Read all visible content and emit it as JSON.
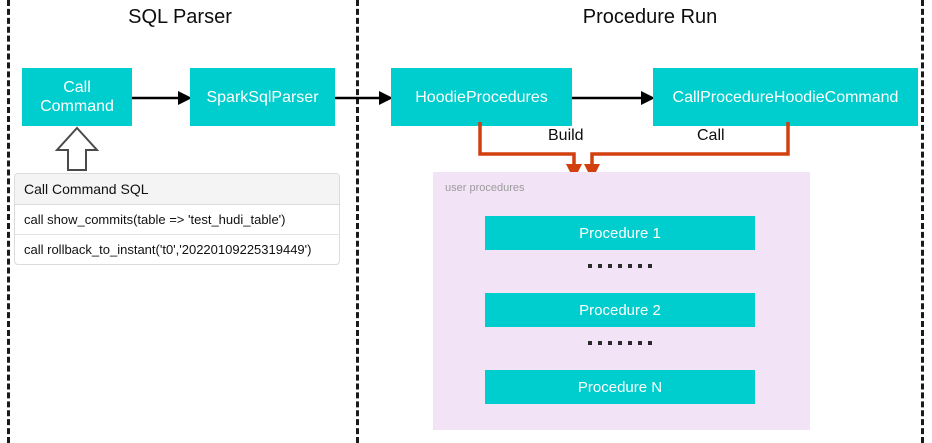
{
  "diagram": {
    "sections": [
      {
        "id": "sql-parser",
        "title": "SQL Parser"
      },
      {
        "id": "procedure-run",
        "title": "Procedure Run"
      }
    ],
    "nodes": {
      "call_command": "Call\nCommand",
      "call_command_line1": "Call",
      "call_command_line2": "Command",
      "spark_sql_parser": "SparkSqlParser",
      "hoodie_procedures": "HoodieProcedures",
      "call_procedure_hoodie_command": "CallProcedureHoodieCommand"
    },
    "edge_labels": {
      "build": "Build",
      "call": "Call"
    },
    "sql_table": {
      "header": "Call Command SQL",
      "rows": [
        "call show_commits(table => 'test_hudi_table')",
        "call rollback_to_instant('t0','20220109225319449')"
      ]
    },
    "procedures_panel": {
      "label": "user procedures",
      "items": [
        "Procedure 1",
        "Procedure 2",
        "Procedure N"
      ],
      "ellipsis_dot_count": 7
    },
    "colors": {
      "node_fill": "#00CDCD",
      "node_text": "#FFFFFF",
      "panel_fill": "#F3E3F7",
      "panel_label_text": "#9B9B9B",
      "connector_orange": "#D2400F",
      "arrow_black": "#000000",
      "divider_black": "#1A1A1A",
      "table_header_fill": "#F4F4F4",
      "table_border": "#DCDCDC",
      "background": "#FFFFFF"
    }
  }
}
